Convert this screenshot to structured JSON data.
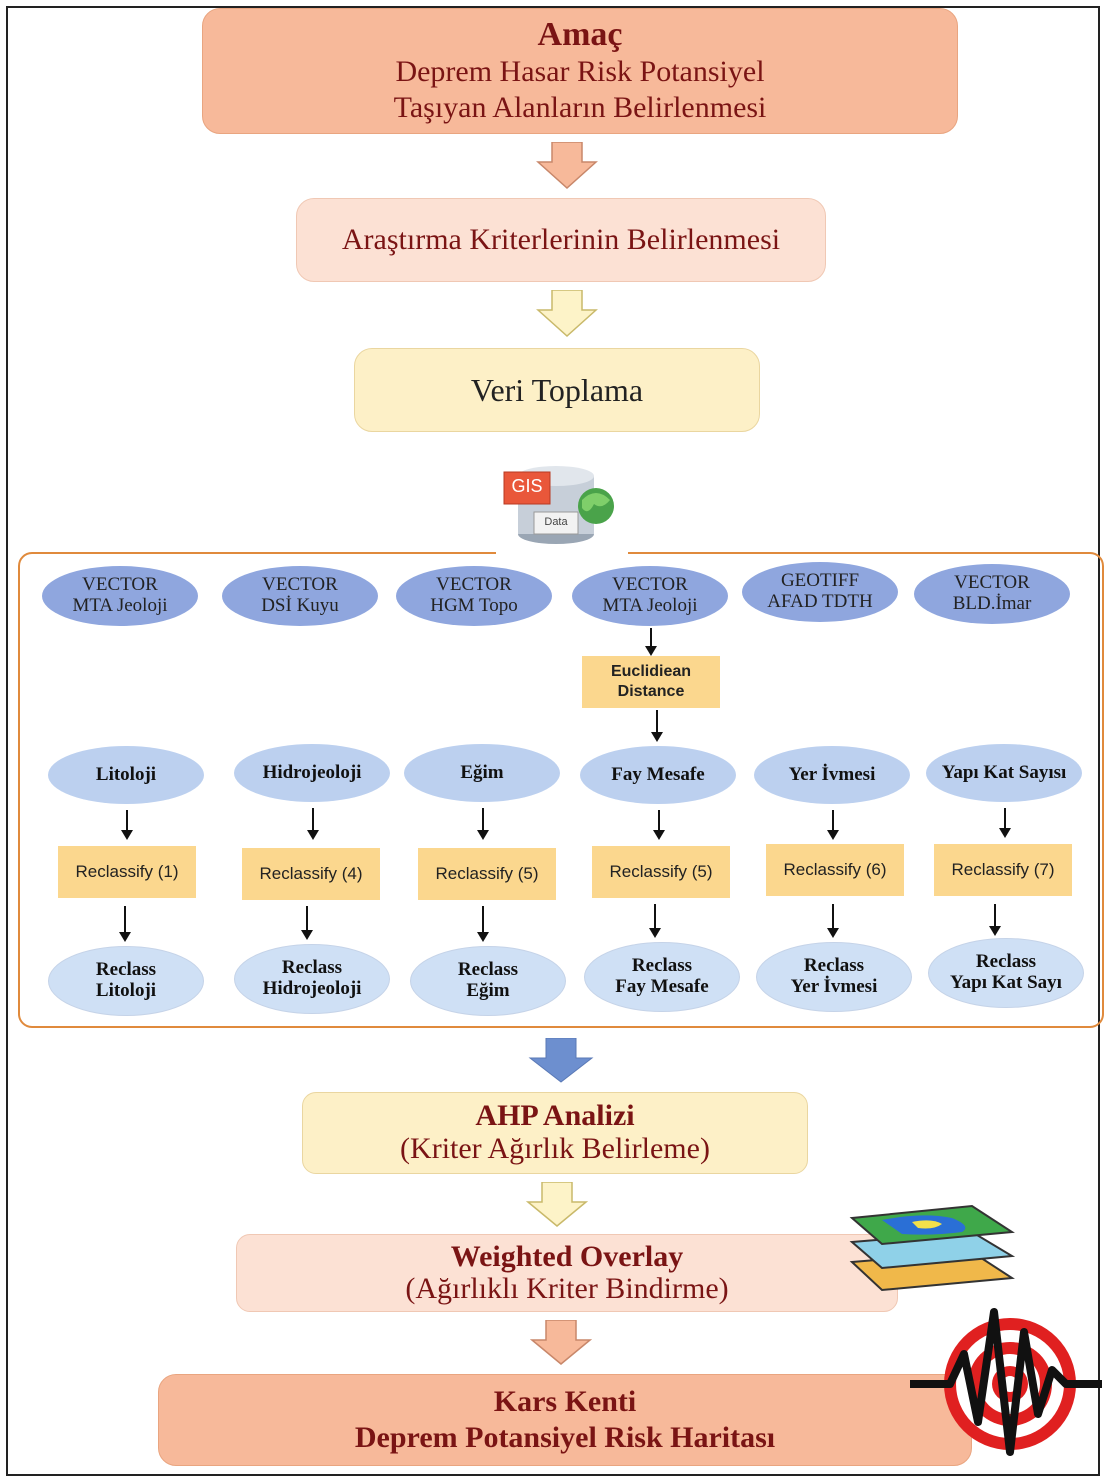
{
  "goal": {
    "title": "Amaç",
    "line1": "Deprem Hasar Risk Potansiyel",
    "line2": "Taşıyan Alanların Belirlenmesi"
  },
  "step1": {
    "label": "Araştırma Kriterlerinin Belirlenmesi"
  },
  "step2": {
    "label": "Veri Toplama"
  },
  "gis_icon": {
    "label": "GIS",
    "sublabel": "Data"
  },
  "sources": [
    {
      "type": "VECTOR",
      "name": "MTA Jeoloji"
    },
    {
      "type": "VECTOR",
      "name": "DSİ Kuyu"
    },
    {
      "type": "VECTOR",
      "name": "HGM Topo"
    },
    {
      "type": "VECTOR",
      "name": "MTA Jeoloji"
    },
    {
      "type": "GEOTIFF",
      "name": "AFAD TDTH"
    },
    {
      "type": "VECTOR",
      "name": "BLD.İmar"
    }
  ],
  "euclidean": {
    "line1": "Euclidiean",
    "line2": "Distance"
  },
  "criteria": [
    {
      "name": "Litoloji",
      "reclassify": "Reclassify (1)",
      "reclass_top": "Reclass",
      "reclass_bottom": "Litoloji"
    },
    {
      "name": "Hidrojeoloji",
      "reclassify": "Reclassify (4)",
      "reclass_top": "Reclass",
      "reclass_bottom": "Hidrojeoloji"
    },
    {
      "name": "Eğim",
      "reclassify": "Reclassify (5)",
      "reclass_top": "Reclass",
      "reclass_bottom": "Eğim"
    },
    {
      "name": "Fay Mesafe",
      "reclassify": "Reclassify (5)",
      "reclass_top": "Reclass",
      "reclass_bottom": "Fay Mesafe"
    },
    {
      "name": "Yer İvmesi",
      "reclassify": "Reclassify (6)",
      "reclass_top": "Reclass",
      "reclass_bottom": "Yer İvmesi"
    },
    {
      "name": "Yapı Kat Sayısı",
      "reclassify": "Reclassify (7)",
      "reclass_top": "Reclass",
      "reclass_bottom": "Yapı Kat Sayı"
    }
  ],
  "ahp": {
    "title": "AHP Analizi",
    "subtitle": "(Kriter Ağırlık Belirleme)"
  },
  "overlay": {
    "title": "Weighted Overlay",
    "subtitle": "(Ağırlıklı Kriter Bindirme)"
  },
  "result": {
    "line1": "Kars Kenti",
    "line2": "Deprem Potansiyel Risk Haritası"
  },
  "colors": {
    "accent_dark_red": "#7a1414",
    "orange_frame": "#e08a3c",
    "blue_arrow": "#6d8fcf"
  }
}
